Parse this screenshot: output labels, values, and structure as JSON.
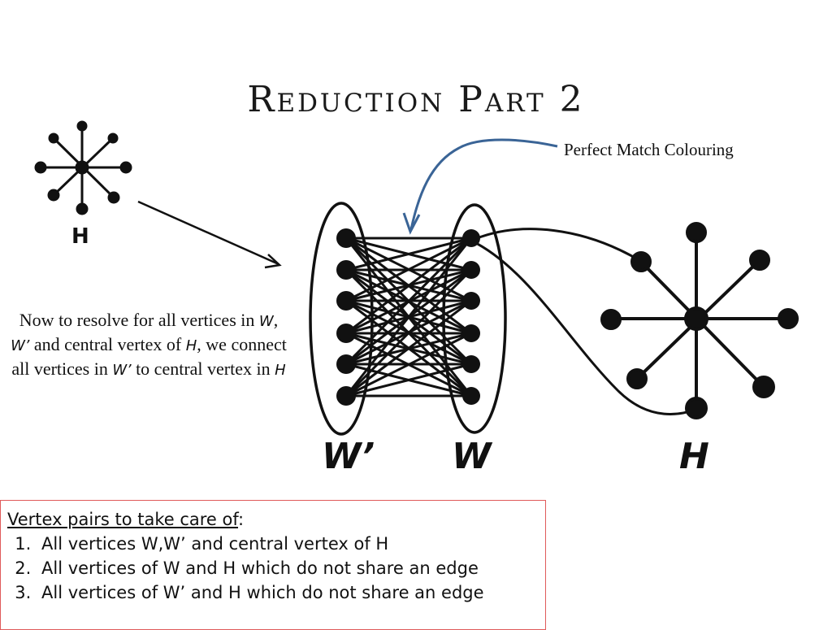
{
  "slide": {
    "title": "Reduction Part 2"
  },
  "callout": {
    "text": "Perfect Match Colouring",
    "arrow_color": "#3a6496"
  },
  "explanation": {
    "p1": "Now to resolve for all vertices in ",
    "w": "W",
    "sep": ", ",
    "wp": "W’",
    "p2": " and central vertex of ",
    "h1": "H",
    "p3": ", we connect all vertices in ",
    "wp2": "W’",
    "p4": " to central vertex in ",
    "h2": "H"
  },
  "labels": {
    "h_small": "H",
    "w_prime": "W’",
    "w": "W",
    "h_large": "H"
  },
  "care": {
    "heading": "Vertex pairs to take care of",
    "colon": ":",
    "items": [
      "All vertices W,W’ and central vertex of H",
      "All vertices of W and H which do not share an edge",
      "All vertices of W’ and H which do not share an edge"
    ],
    "border_color": "#e05a5a"
  }
}
